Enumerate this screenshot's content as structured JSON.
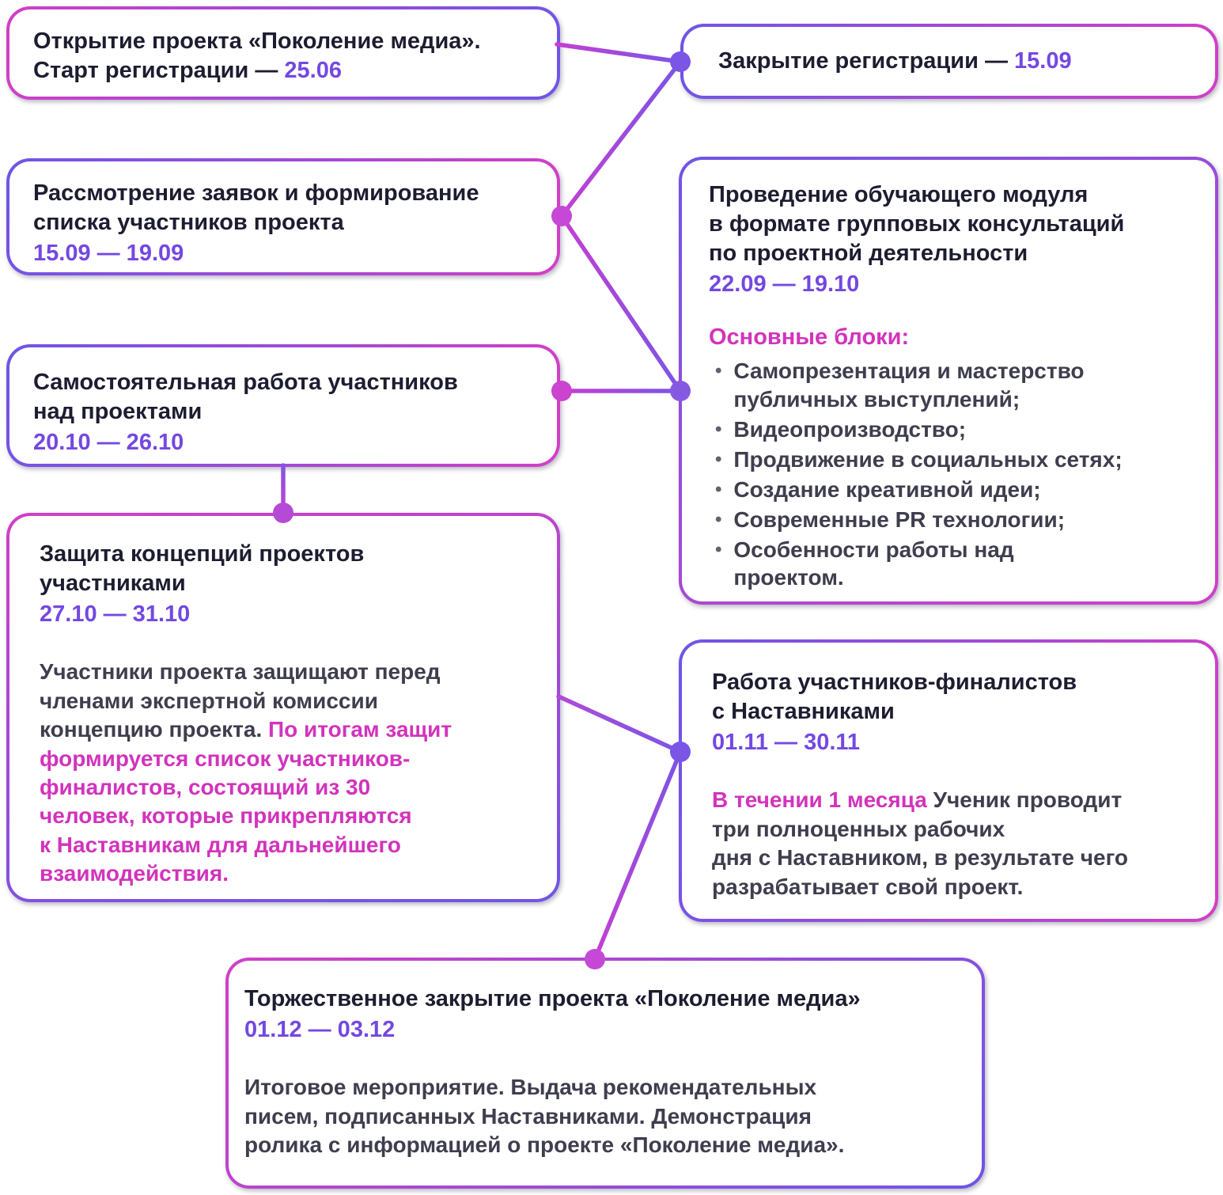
{
  "colors": {
    "purple": "#6f55e6",
    "pink": "#d23fc6",
    "magenta": "#c43fd2",
    "heading": "#1d1d31",
    "body": "#3e3e4e",
    "date": "#7348e2",
    "accent": "#d233bc",
    "background": "#ffffff"
  },
  "stages": {
    "opening": {
      "title": "Открытие проекта «Поколение медиа».\nСтарт регистрации — ",
      "date": "25.06"
    },
    "registration_close": {
      "title": "Закрытие регистрации — ",
      "date": "15.09"
    },
    "applications": {
      "title": "Рассмотрение заявок и формирование\nсписка участников проекта",
      "date": "15.09 — 19.09"
    },
    "training_module": {
      "title": "Проведение обучающего модуля\nв формате групповых консультаций\nпо проектной деятельности",
      "date": "22.09 — 19.10",
      "blocks_heading": "Основные блоки:",
      "bullets": [
        "Самопрезентация и мастерство\nпубличных выступлений;",
        "Видеопроизводство;",
        "Продвижение в социальных сетях;",
        "Создание креативной идеи;",
        "Современные PR технологии;",
        "Особенности работы над\nпроектом."
      ]
    },
    "independent_work": {
      "title": "Самостоятельная работа участников\nнад проектами",
      "date": "20.10 — 26.10"
    },
    "defense": {
      "title": "Защита концепций проектов\nучастниками",
      "date": "27.10 — 31.10",
      "body_regular": "Участники проекта защищают перед\nчленами экспертной комиссии\nконцепцию проекта. ",
      "body_accent": "По итогам защит\nформируется список участников-\nфиналистов, состоящий из 30\nчеловек, которые прикрепляются\nк Наставникам для дальнейшего\nвзаимодействия."
    },
    "mentors": {
      "title": "Работа участников-финалистов\nс Наставниками",
      "date": "01.11 — 30.11",
      "body_accent": "В течении 1 месяца ",
      "body_regular": "Ученик проводит\nтри полноценных рабочих\nдня с Наставником, в результате чего\nразрабатывает свой проект."
    },
    "closing": {
      "title": "Торжественное закрытие проекта «Поколение медиа»",
      "date": "01.12 — 03.12",
      "body": "Итоговое мероприятие. Выдача рекомендательных\nписем, подписанных Наставниками. Демонстрация\nролика с информацией о проекте «Поколение медиа»."
    }
  }
}
